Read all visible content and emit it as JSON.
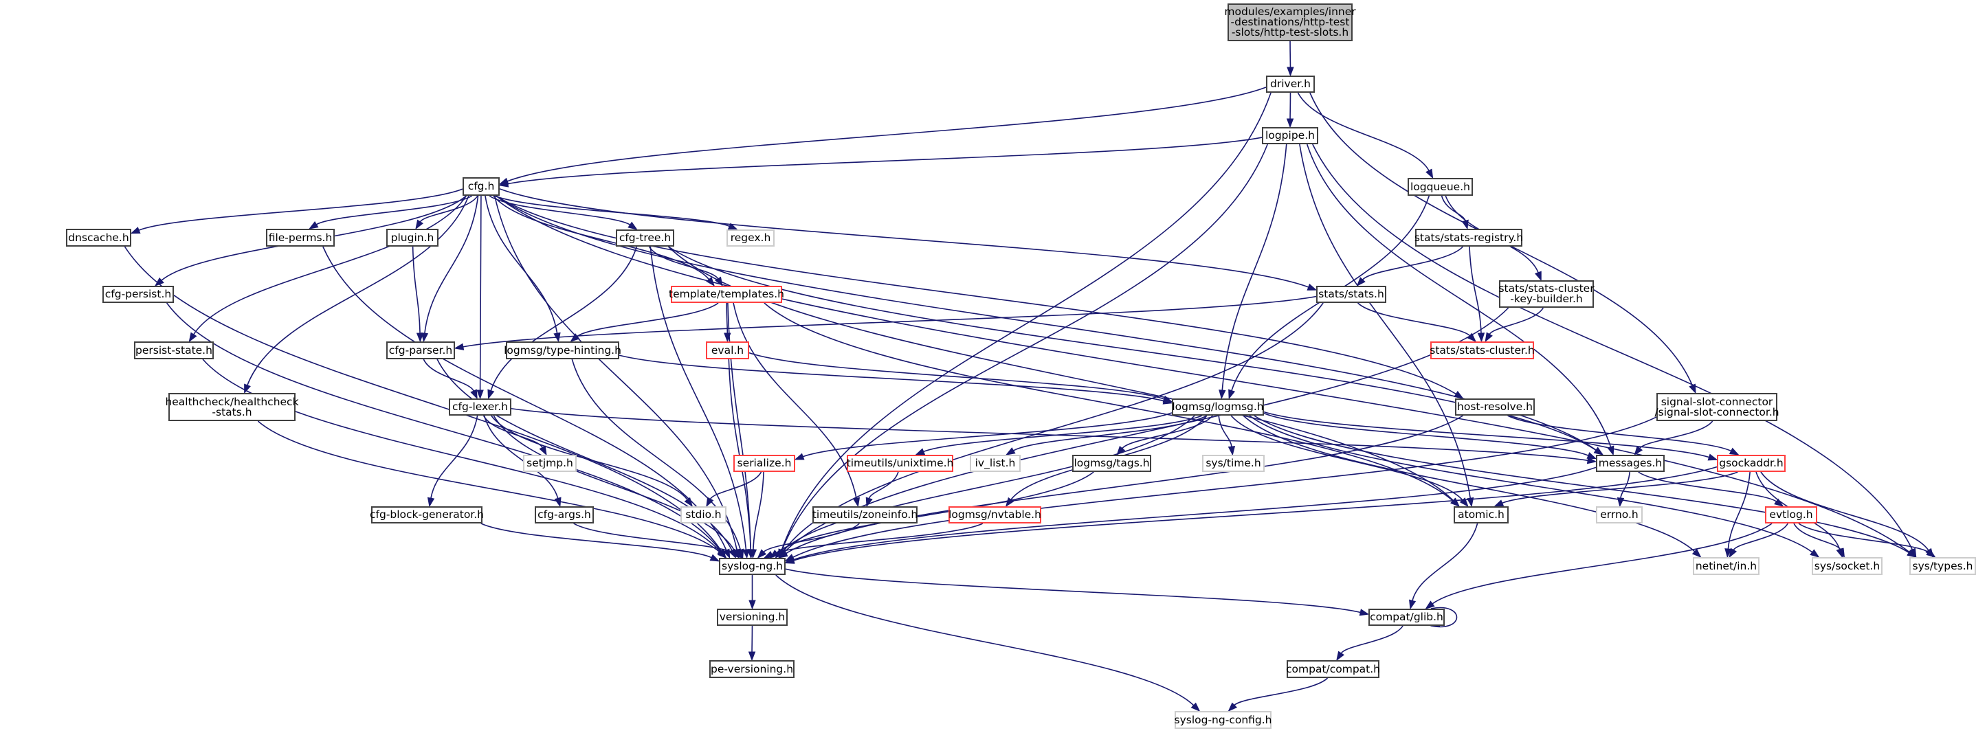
{
  "title": "Include dependency graph for http-test-slots.h",
  "colors": {
    "edge": "#191970",
    "root_fill": "#bfbfbf",
    "border_normal": "#404040",
    "border_incomplete": "#ff4040",
    "border_external": "#cccccc"
  },
  "nodes": [
    {
      "id": "root",
      "label": "modules/examples/inner\n-destinations/http-test\n-slots/http-test-slots.h",
      "kind": "root"
    },
    {
      "id": "driver",
      "label": "driver.h",
      "kind": "black"
    },
    {
      "id": "logpipe",
      "label": "logpipe.h",
      "kind": "black"
    },
    {
      "id": "cfg",
      "label": "cfg.h",
      "kind": "black"
    },
    {
      "id": "logqueue",
      "label": "logqueue.h",
      "kind": "black"
    },
    {
      "id": "dnscache",
      "label": "dnscache.h",
      "kind": "black"
    },
    {
      "id": "fileperms",
      "label": "file-perms.h",
      "kind": "black"
    },
    {
      "id": "plugin",
      "label": "plugin.h",
      "kind": "black"
    },
    {
      "id": "cfgtree",
      "label": "cfg-tree.h",
      "kind": "black"
    },
    {
      "id": "regex",
      "label": "regex.h",
      "kind": "grey"
    },
    {
      "id": "statsregistry",
      "label": "stats/stats-registry.h",
      "kind": "black"
    },
    {
      "id": "cfgpersist",
      "label": "cfg-persist.h",
      "kind": "black"
    },
    {
      "id": "templates",
      "label": "template/templates.h",
      "kind": "red"
    },
    {
      "id": "stats",
      "label": "stats/stats.h",
      "kind": "black"
    },
    {
      "id": "keybuilder",
      "label": "stats/stats-cluster\n-key-builder.h",
      "kind": "black"
    },
    {
      "id": "persiststate",
      "label": "persist-state.h",
      "kind": "black"
    },
    {
      "id": "cfgparser",
      "label": "cfg-parser.h",
      "kind": "black"
    },
    {
      "id": "typehinting",
      "label": "logmsg/type-hinting.h",
      "kind": "black"
    },
    {
      "id": "eval",
      "label": "eval.h",
      "kind": "red"
    },
    {
      "id": "statscluster",
      "label": "stats/stats-cluster.h",
      "kind": "red"
    },
    {
      "id": "healthcheck",
      "label": "healthcheck/healthcheck\n-stats.h",
      "kind": "black"
    },
    {
      "id": "cfglexer",
      "label": "cfg-lexer.h",
      "kind": "black"
    },
    {
      "id": "logmsg",
      "label": "logmsg/logmsg.h",
      "kind": "black"
    },
    {
      "id": "hostresolve",
      "label": "host-resolve.h",
      "kind": "black"
    },
    {
      "id": "signalslot",
      "label": "signal-slot-connector\n/signal-slot-connector.h",
      "kind": "black"
    },
    {
      "id": "setjmp",
      "label": "setjmp.h",
      "kind": "grey"
    },
    {
      "id": "serialize",
      "label": "serialize.h",
      "kind": "red"
    },
    {
      "id": "unixtime",
      "label": "timeutils/unixtime.h",
      "kind": "red"
    },
    {
      "id": "ivlist",
      "label": "iv_list.h",
      "kind": "grey"
    },
    {
      "id": "tags",
      "label": "logmsg/tags.h",
      "kind": "black"
    },
    {
      "id": "systime",
      "label": "sys/time.h",
      "kind": "grey"
    },
    {
      "id": "messages",
      "label": "messages.h",
      "kind": "black"
    },
    {
      "id": "gsockaddr",
      "label": "gsockaddr.h",
      "kind": "red"
    },
    {
      "id": "blockgen",
      "label": "cfg-block-generator.h",
      "kind": "black"
    },
    {
      "id": "cfgargs",
      "label": "cfg-args.h",
      "kind": "black"
    },
    {
      "id": "stdio",
      "label": "stdio.h",
      "kind": "grey"
    },
    {
      "id": "zoneinfo",
      "label": "timeutils/zoneinfo.h",
      "kind": "black"
    },
    {
      "id": "nvtable",
      "label": "logmsg/nvtable.h",
      "kind": "red"
    },
    {
      "id": "atomic",
      "label": "atomic.h",
      "kind": "black"
    },
    {
      "id": "errno",
      "label": "errno.h",
      "kind": "grey"
    },
    {
      "id": "evtlog",
      "label": "evtlog.h",
      "kind": "red"
    },
    {
      "id": "syslogng",
      "label": "syslog-ng.h",
      "kind": "black"
    },
    {
      "id": "netinet",
      "label": "netinet/in.h",
      "kind": "grey"
    },
    {
      "id": "syssocket",
      "label": "sys/socket.h",
      "kind": "grey"
    },
    {
      "id": "systypes",
      "label": "sys/types.h",
      "kind": "grey"
    },
    {
      "id": "versioning",
      "label": "versioning.h",
      "kind": "black"
    },
    {
      "id": "glib",
      "label": "compat/glib.h",
      "kind": "black"
    },
    {
      "id": "peversioning",
      "label": "pe-versioning.h",
      "kind": "black"
    },
    {
      "id": "compat",
      "label": "compat/compat.h",
      "kind": "black"
    },
    {
      "id": "config",
      "label": "syslog-ng-config.h",
      "kind": "grey"
    }
  ],
  "edges": [
    [
      "root",
      "driver"
    ],
    [
      "driver",
      "syslogng"
    ],
    [
      "driver",
      "cfg"
    ],
    [
      "driver",
      "logpipe"
    ],
    [
      "driver",
      "logqueue"
    ],
    [
      "driver",
      "signalslot"
    ],
    [
      "logpipe",
      "cfg"
    ],
    [
      "logpipe",
      "logmsg"
    ],
    [
      "logpipe",
      "syslogng"
    ],
    [
      "logpipe",
      "messages"
    ],
    [
      "logpipe",
      "atomic"
    ],
    [
      "logpipe",
      "systypes"
    ],
    [
      "cfg",
      "dnscache"
    ],
    [
      "cfg",
      "cfgpersist"
    ],
    [
      "cfg",
      "persiststate"
    ],
    [
      "cfg",
      "healthcheck"
    ],
    [
      "cfg",
      "fileperms"
    ],
    [
      "cfg",
      "plugin"
    ],
    [
      "cfg",
      "cfgparser"
    ],
    [
      "cfg",
      "cfglexer"
    ],
    [
      "cfg",
      "typehinting"
    ],
    [
      "cfg",
      "cfgtree"
    ],
    [
      "cfg",
      "templates"
    ],
    [
      "cfg",
      "regex"
    ],
    [
      "cfg",
      "stats"
    ],
    [
      "cfg",
      "hostresolve"
    ],
    [
      "cfg",
      "messages"
    ],
    [
      "cfg",
      "systypes"
    ],
    [
      "cfg",
      "syslogng"
    ],
    [
      "logqueue",
      "statsregistry"
    ],
    [
      "logqueue",
      "keybuilder"
    ],
    [
      "logqueue",
      "logmsg"
    ],
    [
      "statsregistry",
      "stats"
    ],
    [
      "statsregistry",
      "statscluster"
    ],
    [
      "keybuilder",
      "statscluster"
    ],
    [
      "keybuilder",
      "syslogng"
    ],
    [
      "stats",
      "statscluster"
    ],
    [
      "stats",
      "cfgparser"
    ],
    [
      "stats",
      "syslogng"
    ],
    [
      "dnscache",
      "syslogng"
    ],
    [
      "fileperms",
      "syslogng"
    ],
    [
      "plugin",
      "cfgparser"
    ],
    [
      "cfgpersist",
      "syslogng"
    ],
    [
      "persiststate",
      "syslogng"
    ],
    [
      "healthcheck",
      "syslogng"
    ],
    [
      "cfgtree",
      "templates"
    ],
    [
      "cfgtree",
      "cfglexer"
    ],
    [
      "cfgtree",
      "syslogng"
    ],
    [
      "cfgtree",
      "messages"
    ],
    [
      "cfgtree",
      "atomic"
    ],
    [
      "templates",
      "typehinting"
    ],
    [
      "templates",
      "eval"
    ],
    [
      "templates",
      "zoneinfo"
    ],
    [
      "templates",
      "syslogng"
    ],
    [
      "templates",
      "atomic"
    ],
    [
      "cfgparser",
      "cfglexer"
    ],
    [
      "cfgparser",
      "syslogng"
    ],
    [
      "typehinting",
      "logmsg"
    ],
    [
      "typehinting",
      "syslogng"
    ],
    [
      "eval",
      "logmsg"
    ],
    [
      "eval",
      "syslogng"
    ],
    [
      "cfglexer",
      "setjmp"
    ],
    [
      "cfglexer",
      "blockgen"
    ],
    [
      "cfglexer",
      "cfgargs"
    ],
    [
      "cfglexer",
      "stdio"
    ],
    [
      "cfglexer",
      "messages"
    ],
    [
      "cfglexer",
      "syslogng"
    ],
    [
      "logmsg",
      "serialize"
    ],
    [
      "logmsg",
      "unixtime"
    ],
    [
      "logmsg",
      "ivlist"
    ],
    [
      "logmsg",
      "nvtable"
    ],
    [
      "logmsg",
      "tags"
    ],
    [
      "logmsg",
      "systime"
    ],
    [
      "logmsg",
      "messages"
    ],
    [
      "logmsg",
      "gsockaddr"
    ],
    [
      "logmsg",
      "atomic"
    ],
    [
      "logmsg",
      "netinet"
    ],
    [
      "logmsg",
      "syssocket"
    ],
    [
      "logmsg",
      "systypes"
    ],
    [
      "logmsg",
      "syslogng"
    ],
    [
      "hostresolve",
      "gsockaddr"
    ],
    [
      "hostresolve",
      "syslogng"
    ],
    [
      "signalslot",
      "messages"
    ],
    [
      "signalslot",
      "syslogng"
    ],
    [
      "serialize",
      "stdio"
    ],
    [
      "serialize",
      "syslogng"
    ],
    [
      "unixtime",
      "zoneinfo"
    ],
    [
      "tags",
      "syslogng"
    ],
    [
      "messages",
      "errno"
    ],
    [
      "messages",
      "evtlog"
    ],
    [
      "messages",
      "syslogng"
    ],
    [
      "gsockaddr",
      "atomic"
    ],
    [
      "gsockaddr",
      "netinet"
    ],
    [
      "gsockaddr",
      "syssocket"
    ],
    [
      "gsockaddr",
      "systypes"
    ],
    [
      "gsockaddr",
      "syslogng"
    ],
    [
      "blockgen",
      "syslogng"
    ],
    [
      "cfgargs",
      "syslogng"
    ],
    [
      "zoneinfo",
      "syslogng"
    ],
    [
      "nvtable",
      "syslogng"
    ],
    [
      "atomic",
      "glib"
    ],
    [
      "evtlog",
      "netinet"
    ],
    [
      "evtlog",
      "syssocket"
    ],
    [
      "evtlog",
      "systypes"
    ],
    [
      "evtlog",
      "glib"
    ],
    [
      "syslogng",
      "versioning"
    ],
    [
      "syslogng",
      "glib"
    ],
    [
      "syslogng",
      "config"
    ],
    [
      "versioning",
      "peversioning"
    ],
    [
      "glib",
      "glib"
    ],
    [
      "glib",
      "compat"
    ],
    [
      "compat",
      "config"
    ]
  ]
}
